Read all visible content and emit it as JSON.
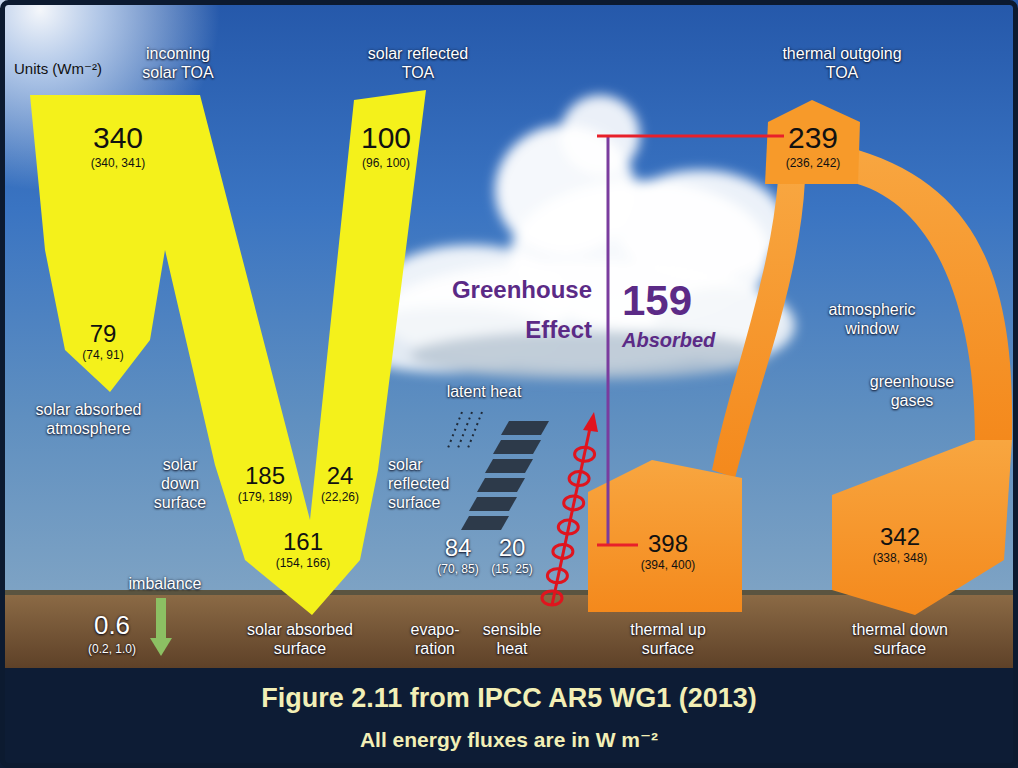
{
  "diagram": {
    "caption": "Figure 2.11 from IPCC AR5 WG1 (2013)",
    "labels": [
      "Units (Wm⁻²)",
      "incoming solar TOA",
      "340",
      "(340, 341)",
      "solar reflected TOA",
      "100",
      "(96, 100)",
      "thermal outgoing TOA",
      "239",
      "(236, 242)",
      "Greenhouse Effect",
      "159",
      "Absorbed",
      "79",
      "(74, 91)",
      "solar absorbed atmosphere",
      "atmospheric window",
      "greenhouse gases",
      "latent heat",
      "solar down surface",
      "185",
      "(179, 189)",
      "24",
      "(22,26)",
      "solar reflected surface",
      "161",
      "(154, 166)",
      "84",
      "(70, 85)",
      "20",
      "(15, 25)",
      "398",
      "(394, 400)",
      "342",
      "(338, 348)",
      "imbalance",
      "0.6",
      "(0.2, 1.0)",
      "solar absorbed surface",
      "evapo- ration",
      "sensible heat",
      "thermal up surface",
      "thermal down surface",
      "All energy fluxes are in W m⁻²"
    ]
  }
}
